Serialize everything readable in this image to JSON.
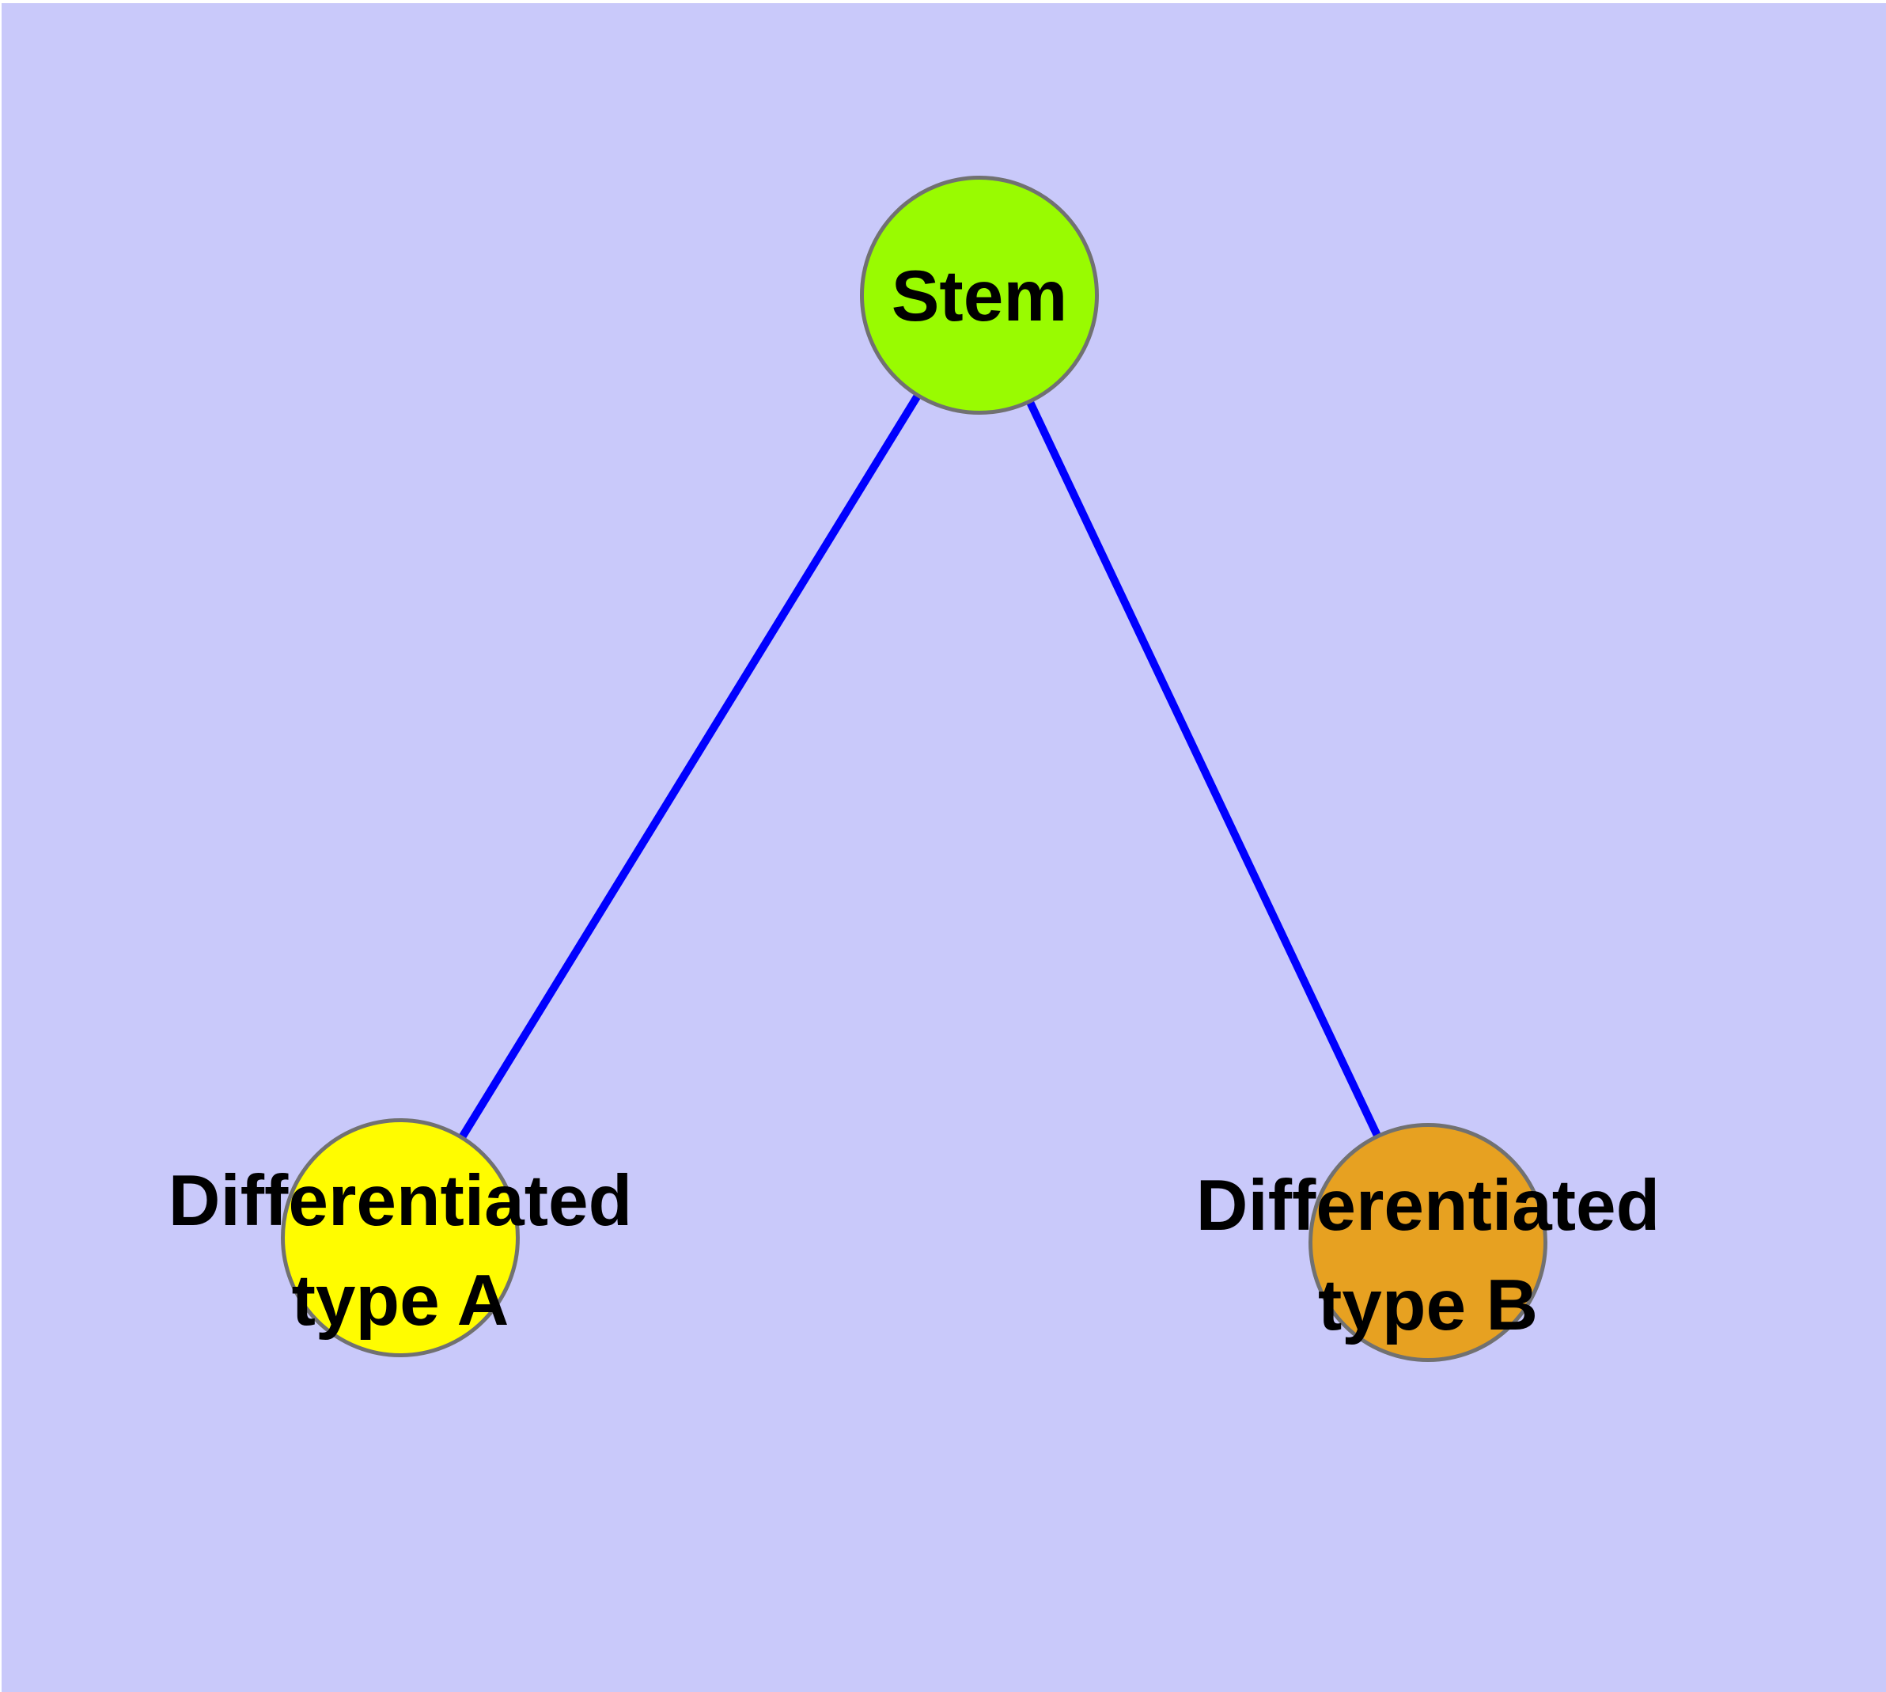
{
  "diagram": {
    "type": "graph",
    "background_color": "#c9c9fa",
    "margin_color": "#ffffff",
    "edge_color": "#0000fe",
    "node_border_color": "#717171",
    "text_color": "#000000",
    "nodes": [
      {
        "id": "stem",
        "label": "Stem",
        "fill": "#99fb01"
      },
      {
        "id": "type-a",
        "label": "Differentiated\ntype A",
        "fill": "#fffc00"
      },
      {
        "id": "type-b",
        "label": "Differentiated\ntype B",
        "fill": "#e7a121"
      }
    ],
    "edges": [
      {
        "from": "stem",
        "to": "type-a"
      },
      {
        "from": "stem",
        "to": "type-b"
      }
    ]
  }
}
